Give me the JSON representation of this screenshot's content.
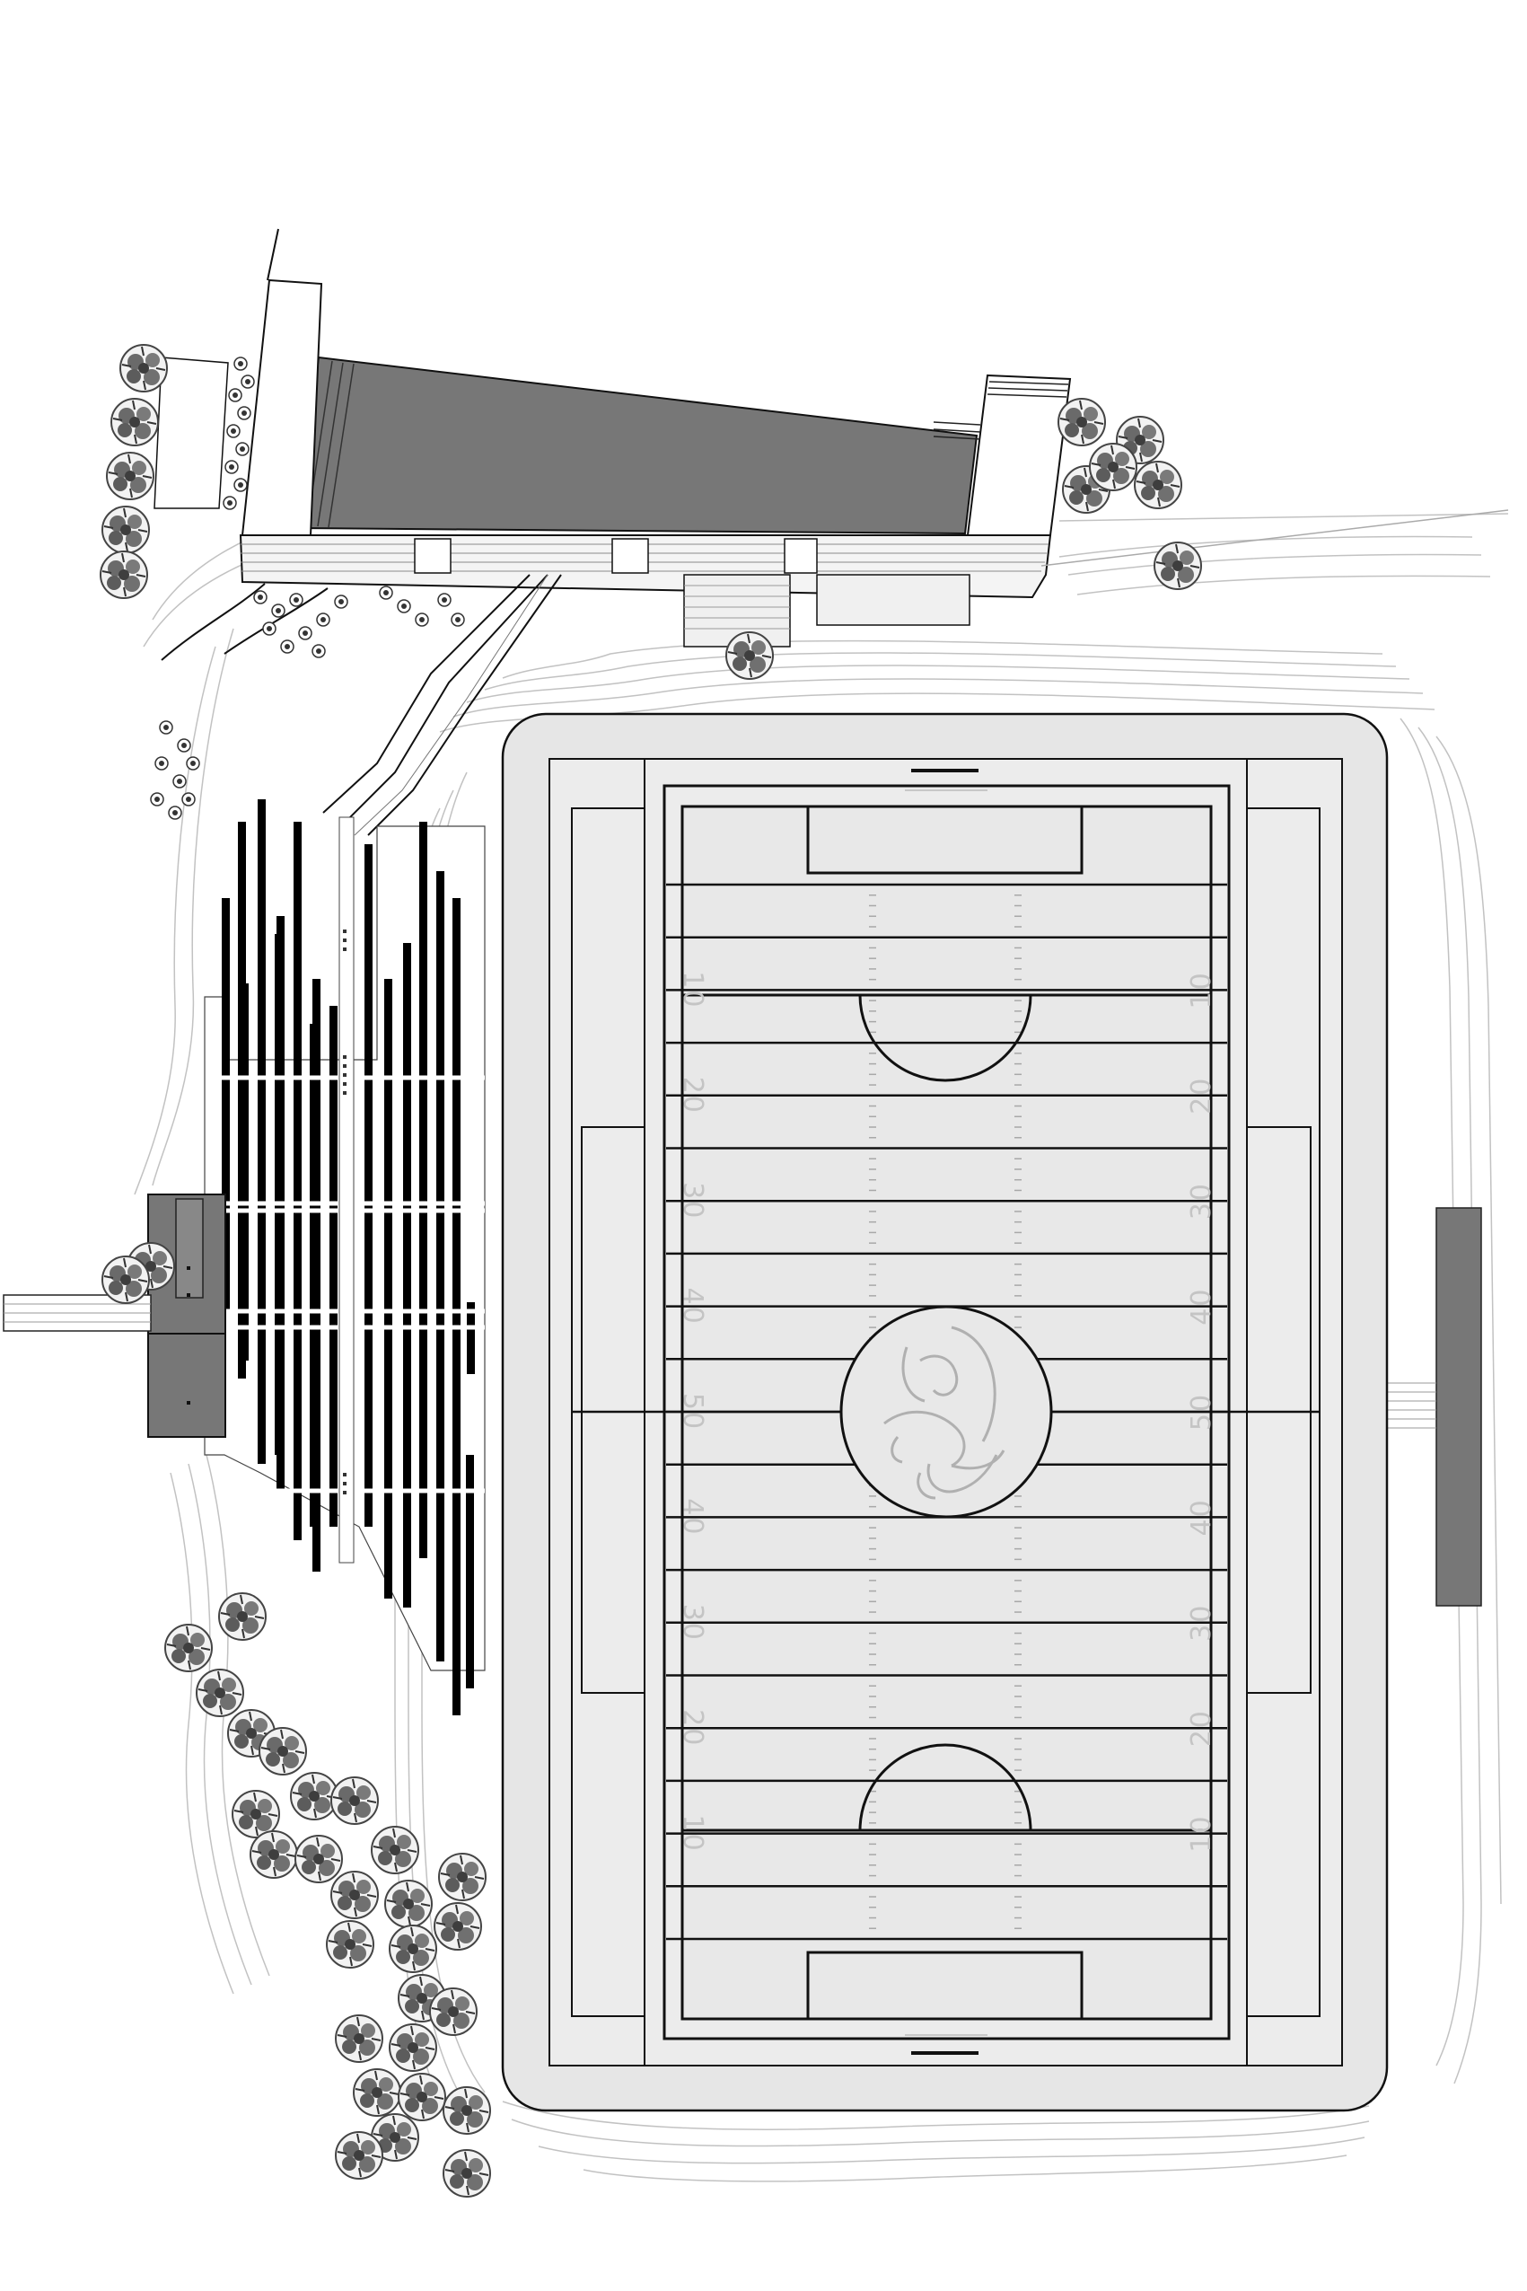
{
  "drawing": {
    "kind": "site-plan",
    "colors": {
      "paper": "#ffffff",
      "field_surface": "#e8e8e8",
      "field_lines": "#111111",
      "roof": "#7a7a7a",
      "stand_bars": "#000000",
      "contours": "#b5b5b5",
      "trees": "#555555",
      "yard_numbers": "#c4c4c4",
      "logo": "#b0b0b0"
    },
    "yard_numbers": {
      "left_column": [
        "10",
        "20",
        "30",
        "40",
        "50",
        "40",
        "30",
        "20",
        "10"
      ],
      "right_column": [
        "10",
        "20",
        "30",
        "40",
        "50",
        "40",
        "30",
        "20",
        "10"
      ]
    },
    "icons": {
      "tree": "tree-canopy-icon",
      "logo": "ram-head-logo-icon"
    }
  }
}
